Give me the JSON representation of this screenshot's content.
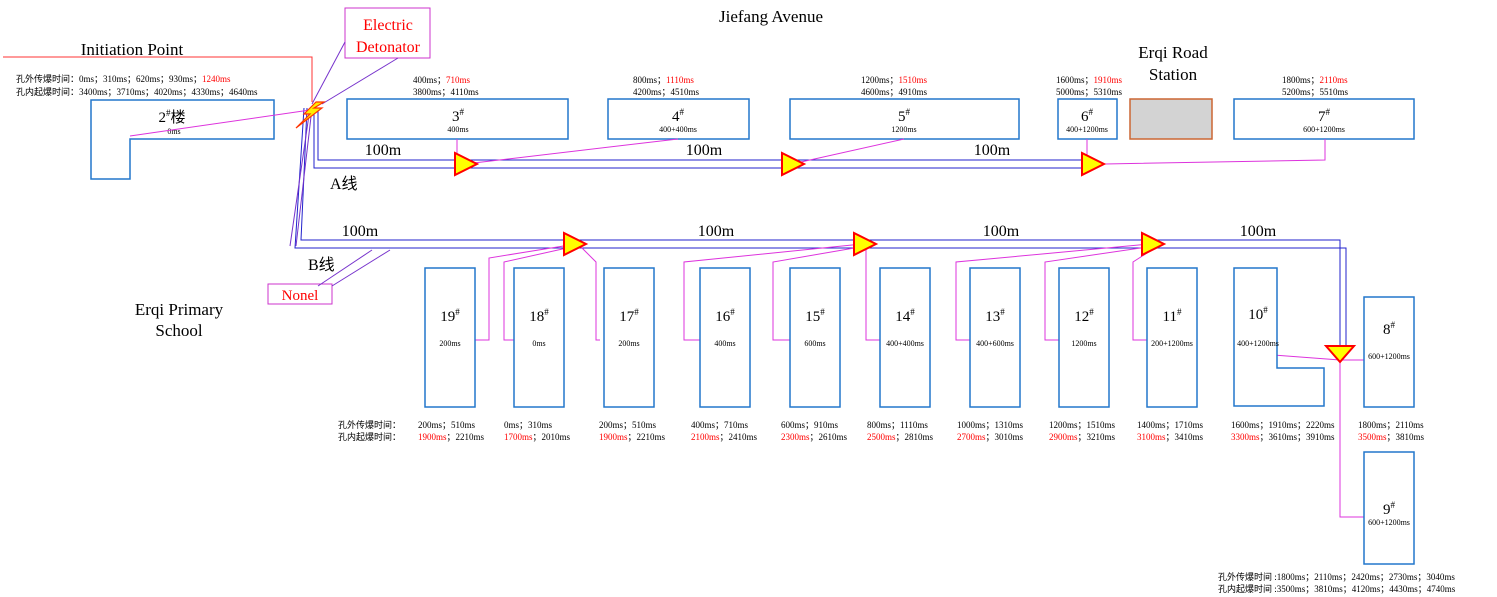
{
  "titles": {
    "street": "Jiefang Avenue",
    "initiation": "Initiation Point",
    "station_line1": "Erqi Road",
    "station_line2": "Station",
    "school_line1": "Erqi Primary",
    "school_line2": "School"
  },
  "callouts": {
    "detonator_line1": "Electric",
    "detonator_line2": "Detonator",
    "nonel": "Nonel"
  },
  "lines": {
    "a": "A线",
    "b": "B线",
    "dist": "100m"
  },
  "top_legend": {
    "row1_prefix": "孔外传爆时间：",
    "row1_black": "0ms；310ms；620ms；930ms；",
    "row1_red": "1240ms",
    "row2": "孔内起爆时间：3400ms；3710ms；4020ms；4330ms；4640ms"
  },
  "building2": {
    "label": "2",
    "sup": "#",
    "suffix": "楼",
    "delay": "0ms"
  },
  "top_buildings": [
    {
      "label": "3",
      "sup": "#",
      "delay": "400ms",
      "t1_black": "400ms；",
      "t1_red": "710ms",
      "t2": "3800ms；4110ms"
    },
    {
      "label": "4",
      "sup": "#",
      "delay": "400+400ms",
      "t1_black": "800ms；",
      "t1_red": "1110ms",
      "t2": "4200ms；4510ms"
    },
    {
      "label": "5",
      "sup": "#",
      "delay": "1200ms",
      "t1_black": "1200ms；",
      "t1_red": "1510ms",
      "t2": "4600ms；4910ms"
    },
    {
      "label": "6",
      "sup": "#",
      "delay": "400+1200ms",
      "t1_black": "1600ms；",
      "t1_red": "1910ms",
      "t2": "5000ms；5310ms"
    },
    {
      "label": "7",
      "sup": "#",
      "delay": "600+1200ms",
      "t1_black": "1800ms；",
      "t1_red": "2110ms",
      "t2": "5200ms；5510ms"
    }
  ],
  "bottom_legend": {
    "row1_prefix": "孔外传爆时间：",
    "row2_prefix": "孔内起爆时间："
  },
  "bottom_buildings": [
    {
      "label": "19",
      "sup": "#",
      "delay": "200ms",
      "t1": "200ms；510ms",
      "t2_red": "1900ms",
      "t2_black": "；2210ms"
    },
    {
      "label": "18",
      "sup": "#",
      "delay": "0ms",
      "t1": "0ms；310ms",
      "t2_red": "1700ms",
      "t2_black": "；2010ms"
    },
    {
      "label": "17",
      "sup": "#",
      "delay": "200ms",
      "t1": "200ms；510ms",
      "t2_red": "1900ms",
      "t2_black": "；2210ms"
    },
    {
      "label": "16",
      "sup": "#",
      "delay": "400ms",
      "t1": "400ms；710ms",
      "t2_red": "2100ms",
      "t2_black": "；2410ms"
    },
    {
      "label": "15",
      "sup": "#",
      "delay": "600ms",
      "t1": "600ms；910ms",
      "t2_red": "2300ms",
      "t2_black": "；2610ms"
    },
    {
      "label": "14",
      "sup": "#",
      "delay": "400+400ms",
      "t1": "800ms；1110ms",
      "t2_red": "2500ms",
      "t2_black": "；2810ms"
    },
    {
      "label": "13",
      "sup": "#",
      "delay": "400+600ms",
      "t1": "1000ms；1310ms",
      "t2_red": "2700ms",
      "t2_black": "；3010ms"
    },
    {
      "label": "12",
      "sup": "#",
      "delay": "1200ms",
      "t1": "1200ms；1510ms",
      "t2_red": "2900ms",
      "t2_black": "；3210ms"
    },
    {
      "label": "11",
      "sup": "#",
      "delay": "200+1200ms",
      "t1": "1400ms；1710ms",
      "t2_red": "3100ms",
      "t2_black": "；3410ms"
    },
    {
      "label": "10",
      "sup": "#",
      "delay": "400+1200ms",
      "t1": "1600ms；1910ms；2220ms",
      "t2_red": "3300ms",
      "t2_black": "；3610ms；3910ms"
    },
    {
      "label": "8",
      "sup": "#",
      "delay": "600+1200ms",
      "t1": "1800ms；2110ms",
      "t2_red": "3500ms",
      "t2_black": "；3810ms"
    }
  ],
  "building9": {
    "label": "9",
    "sup": "#",
    "delay": "600+1200ms"
  },
  "legend9": {
    "row1": "孔外传爆时间 :1800ms；2110ms；2420ms；2730ms；3040ms",
    "row2": "孔内起爆时间 :3500ms；3810ms；4120ms；4430ms；4740ms"
  }
}
